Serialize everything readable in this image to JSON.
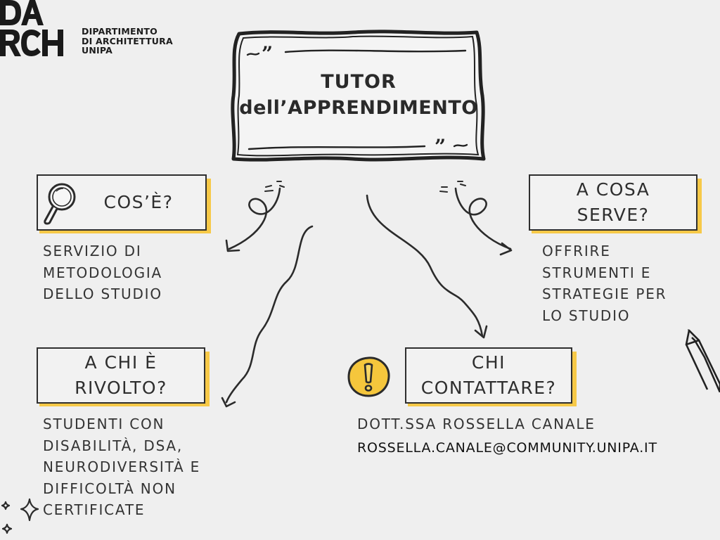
{
  "logo": {
    "org_line1": "DIPARTIMENTO",
    "org_line2": "DI ARCHITETTURA",
    "org_line3": "UNIPA"
  },
  "title": {
    "line1": "TUTOR",
    "line2": "dell’APPRENDIMENTO"
  },
  "sections": {
    "cose": {
      "heading": "COS’È?",
      "lines": [
        "SERVIZIO DI",
        "METODOLOGIA",
        "DELLO STUDIO"
      ]
    },
    "a_cosa_serve": {
      "heading_line1": "A COSA",
      "heading_line2": "SERVE?",
      "lines": [
        "OFFRIRE",
        "STRUMENTI E",
        "STRATEGIE PER",
        "LO STUDIO"
      ]
    },
    "a_chi": {
      "heading_line1": "A CHI È",
      "heading_line2": "RIVOLTO?",
      "lines": [
        "STUDENTI CON",
        "DISABILITÀ, DSA,",
        "NEURODIVERSITÀ E",
        "DIFFICOLTÀ NON",
        "CERTIFICATE"
      ]
    },
    "chi_contattare": {
      "heading_line1": "CHI",
      "heading_line2": "CONTATTARE?",
      "contact_name": "DOTT.SSA ROSSELLA CANALE",
      "email": "ROSSELLA.CANALE@COMMUNITY.UNIPA.IT"
    }
  },
  "colors": {
    "background": "#efefef",
    "accent_yellow": "#f7c948",
    "ink": "#2e2e2e"
  },
  "icons": [
    "magnifier-icon",
    "exclamation-icon",
    "pencil-icon",
    "sparkle-icon"
  ]
}
